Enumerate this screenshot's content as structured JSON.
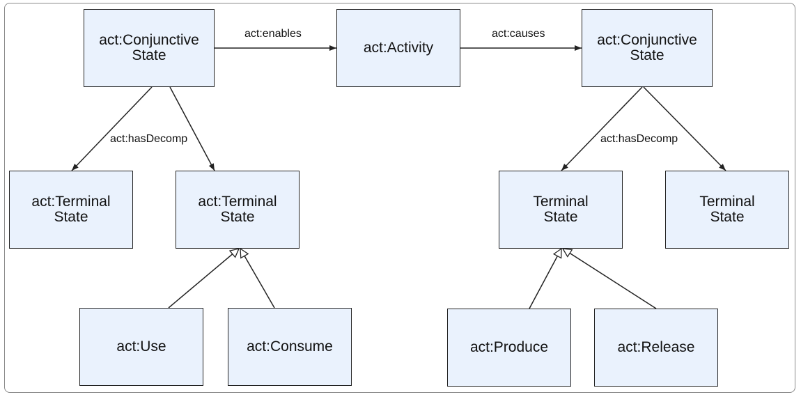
{
  "nodes": {
    "conj_left": {
      "line1": "act:Conjunctive",
      "line2": "State"
    },
    "activity": {
      "line1": "act:Activity",
      "line2": ""
    },
    "conj_right": {
      "line1": "act:Conjunctive",
      "line2": "State"
    },
    "term_left_a": {
      "line1": "act:Terminal",
      "line2": "State"
    },
    "term_left_b": {
      "line1": "act:Terminal",
      "line2": "State"
    },
    "term_right_a": {
      "line1": "Terminal",
      "line2": "State"
    },
    "term_right_b": {
      "line1": "Terminal",
      "line2": "State"
    },
    "use": {
      "line1": "act:Use",
      "line2": ""
    },
    "consume": {
      "line1": "act:Consume",
      "line2": ""
    },
    "produce": {
      "line1": "act:Produce",
      "line2": ""
    },
    "release": {
      "line1": "act:Release",
      "line2": ""
    }
  },
  "edge_labels": {
    "enables": "act:enables",
    "causes": "act:causes",
    "has_decomp_left": "act:hasDecomp",
    "has_decomp_right": "act:hasDecomp"
  },
  "colors": {
    "node_fill": "#eaf2fd",
    "stroke": "#222222",
    "frame": "#8a8a8a"
  }
}
